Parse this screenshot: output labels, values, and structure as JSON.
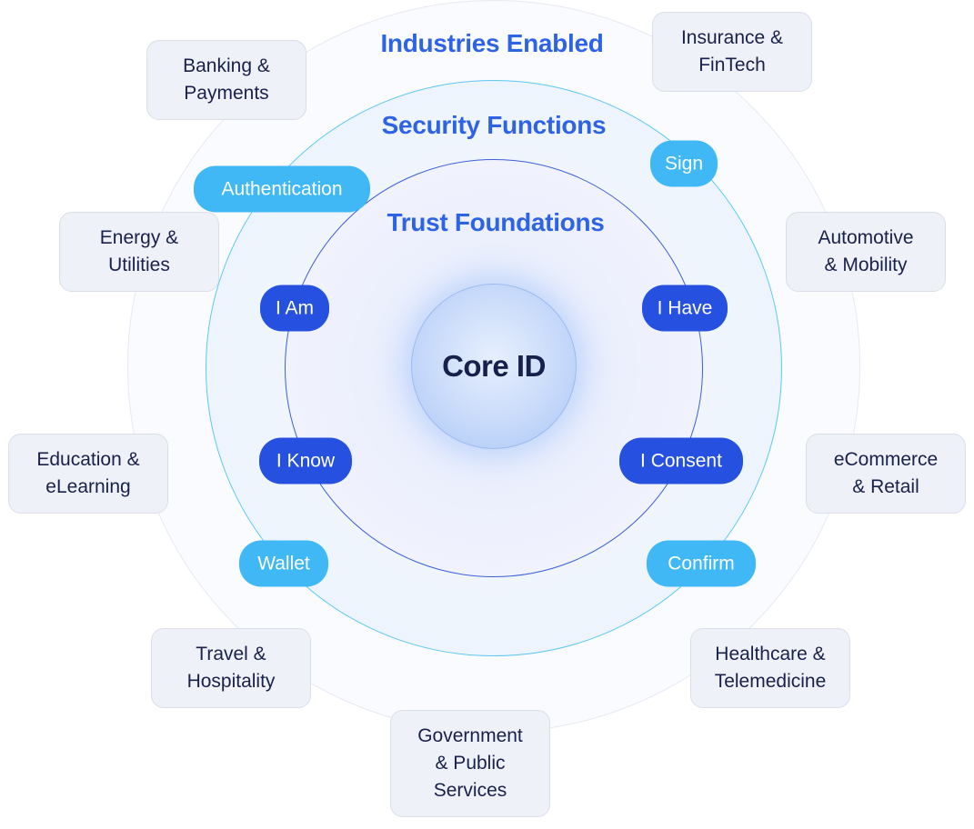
{
  "titles": {
    "industries": "Industries Enabled",
    "security": "Security Functions",
    "trust": "Trust Foundations"
  },
  "core": {
    "label": "Core ID"
  },
  "security_functions": [
    "Authentication",
    "Sign",
    "Wallet",
    "Confirm"
  ],
  "trust_foundations": [
    "I Am",
    "I Have",
    "I Know",
    "I Consent"
  ],
  "industries": [
    [
      "Banking &",
      "Payments"
    ],
    [
      "Insurance &",
      "FinTech"
    ],
    [
      "Energy &",
      "Utilities"
    ],
    [
      "Automotive",
      "& Mobility"
    ],
    [
      "Education &",
      "eLearning"
    ],
    [
      "eCommerce",
      "& Retail"
    ],
    [
      "Travel &",
      "Hospitality"
    ],
    [
      "Healthcare &",
      "Telemedicine"
    ],
    [
      "Government",
      "& Public",
      "Services"
    ]
  ],
  "colors": {
    "title_blue": "#2f63e6",
    "security_pill": "#3fb8f5",
    "trust_pill": "#2650e0",
    "card_bg": "#eef1f8",
    "text_dark": "#18214a"
  }
}
